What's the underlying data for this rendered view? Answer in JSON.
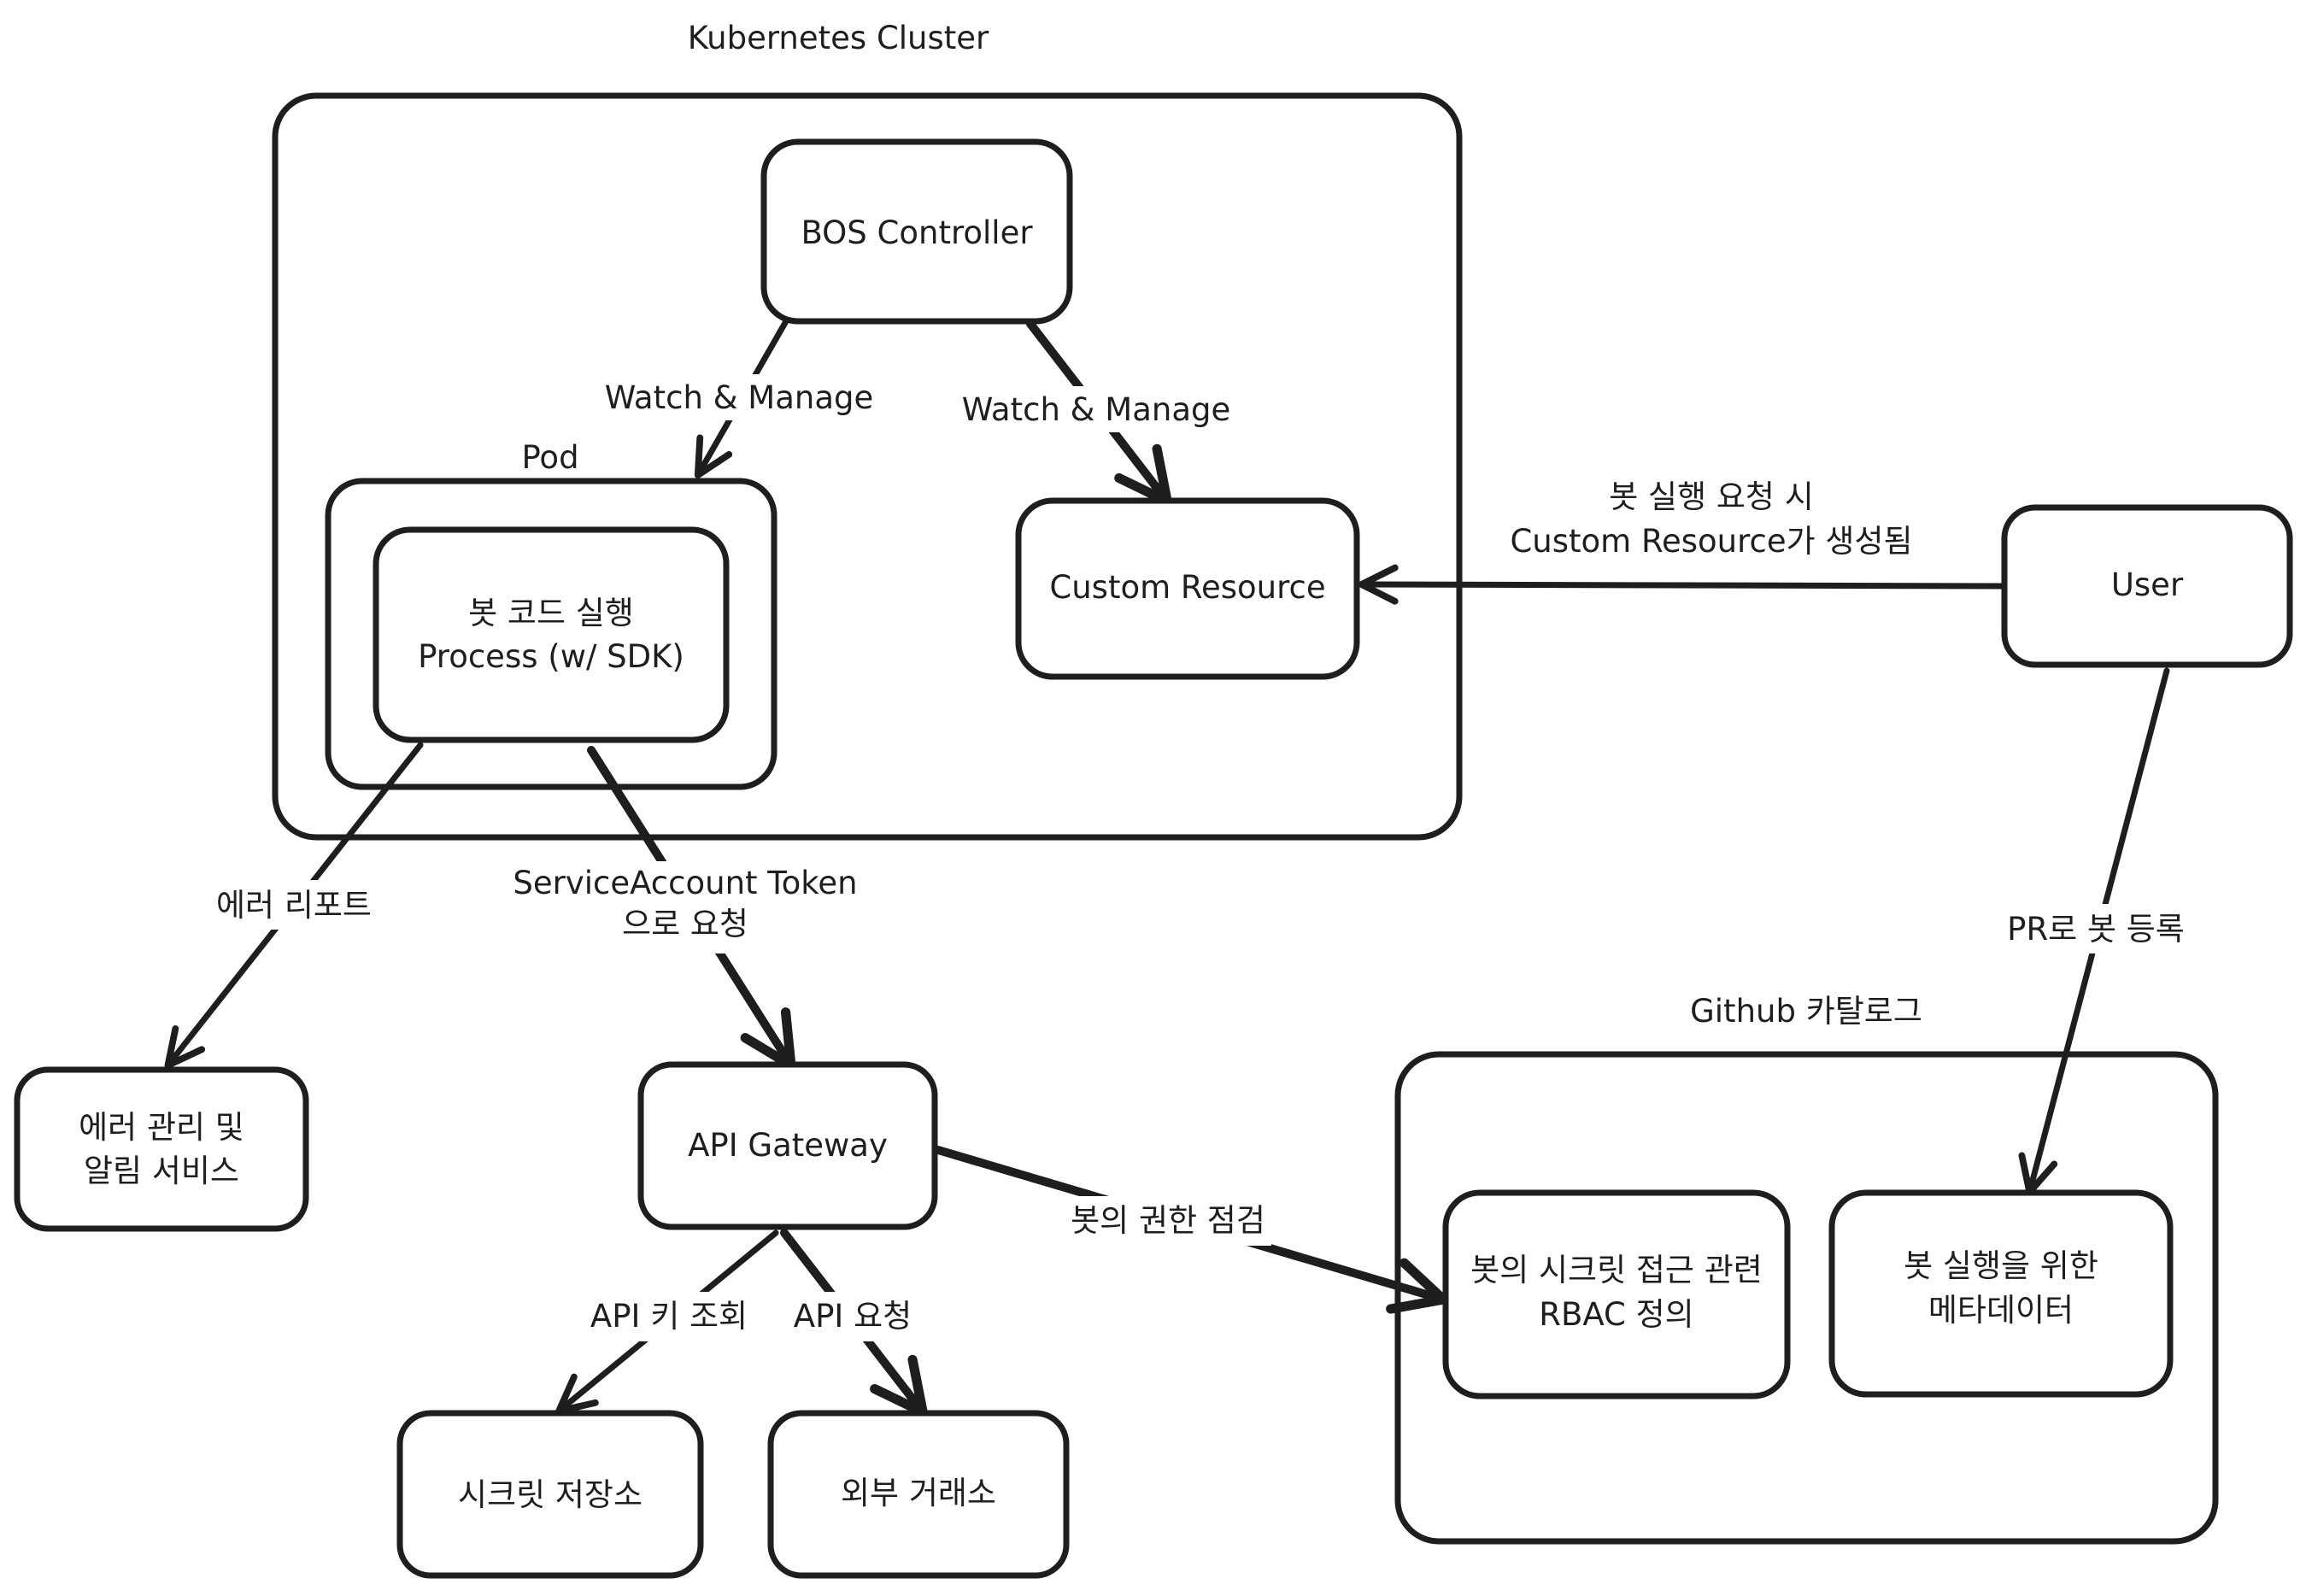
{
  "cluster": {
    "title": "Kubernetes Cluster"
  },
  "nodes": {
    "bos_controller": "BOS Controller",
    "pod_title": "Pod",
    "bot_process": [
      "봇 코드 실행",
      "Process (w/ SDK)"
    ],
    "custom_resource": "Custom Resource",
    "user": "User",
    "error_service": [
      "에러 관리 및",
      "알림 서비스"
    ],
    "api_gateway": "API Gateway",
    "secret_store": "시크릿 저장소",
    "external_exchange": "외부 거래소",
    "github_title": "Github 카탈로그",
    "rbac": [
      "봇의 시크릿 접근 관련",
      "RBAC 정의"
    ],
    "metadata": [
      "봇 실행을 위한",
      "메타데이터"
    ]
  },
  "edges": {
    "watch_manage_pod": "Watch & Manage",
    "watch_manage_cr": "Watch & Manage",
    "user_to_cr": [
      "봇 실행 요청 시",
      "Custom Resource가 생성됨"
    ],
    "user_to_github": "PR로 봇 등록",
    "process_to_error": "에러 리포트",
    "process_to_gateway": [
      "ServiceAccount Token",
      "으로 요청"
    ],
    "gateway_to_rbac": "봇의 권한 점검",
    "gateway_to_secret": "API 키 조회",
    "gateway_to_exchange": "API 요청"
  }
}
